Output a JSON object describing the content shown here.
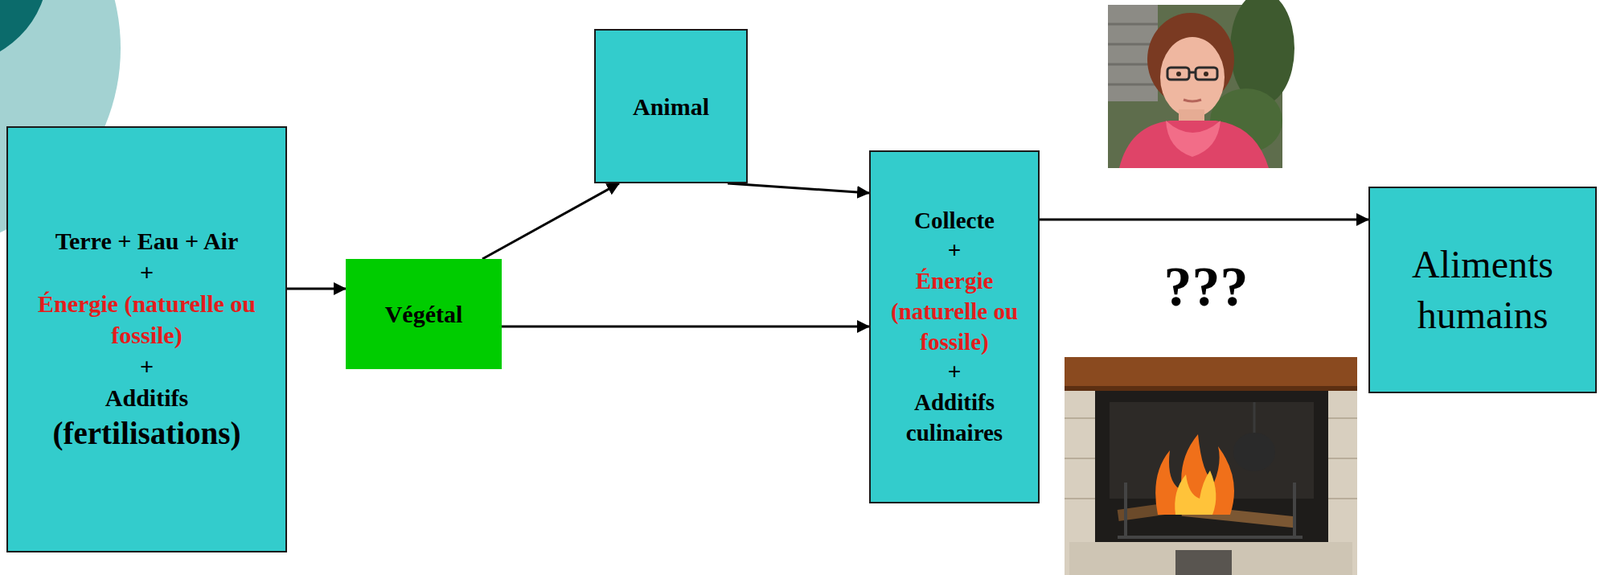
{
  "diagram": {
    "nodes": [
      {
        "text": [
          "Terre + Eau + Air",
          "+",
          "Énergie (naturelle ou fossile)",
          "+",
          "Additifs",
          "(fertilisations)"
        ]
      },
      {
        "text": [
          "Végétal"
        ]
      },
      {
        "text": [
          "Animal"
        ]
      },
      {
        "text": [
          "Collecte",
          "+",
          "Énergie (naturelle ou fossile)",
          "+",
          "Additifs culinaires"
        ]
      },
      {
        "text": [
          "Aliments humains"
        ]
      }
    ],
    "edges": [
      {
        "from": 0,
        "to": 1,
        "arrow": "to"
      },
      {
        "from": 1,
        "to": 2,
        "arrow": "to"
      },
      {
        "from": 1,
        "to": 3,
        "arrow": "to"
      },
      {
        "from": 2,
        "to": 3,
        "arrow": "to"
      },
      {
        "from": 3,
        "to": 4,
        "arrow": "to",
        "label": "???"
      }
    ]
  }
}
